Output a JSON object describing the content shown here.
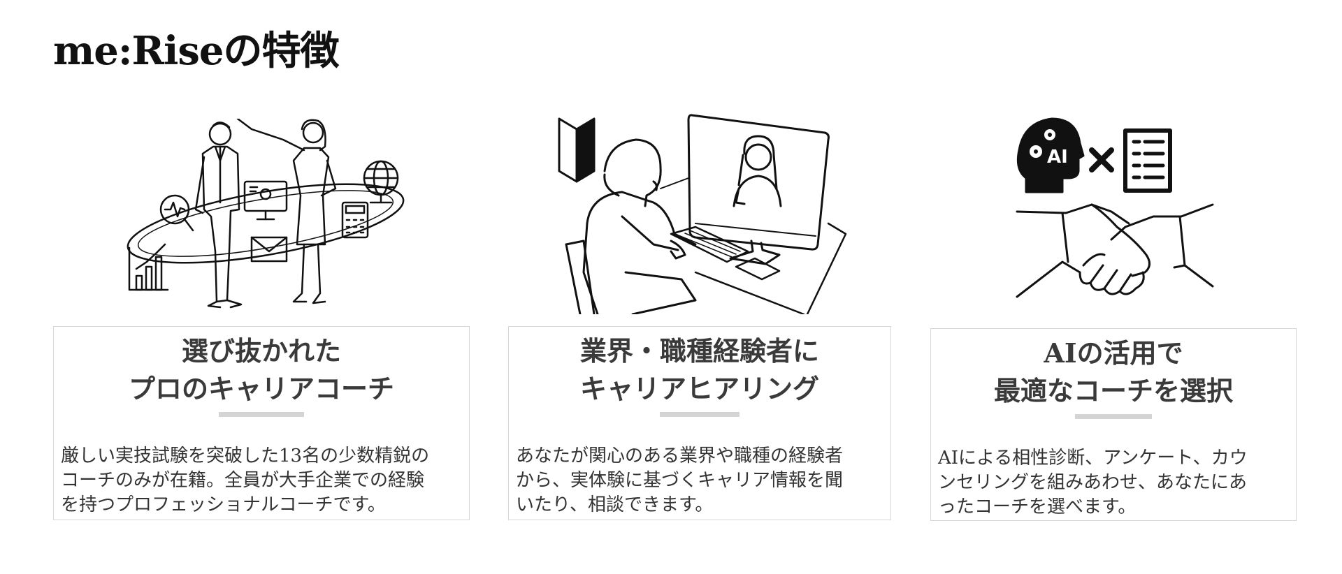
{
  "page": {
    "title": "me:Riseの特徴"
  },
  "features": [
    {
      "title_lines": [
        "選び抜かれた",
        "プロのキャリアコーチ"
      ],
      "description_lines": [
        "厳しい実技試験を突破した13名の少数精鋭の",
        "コーチのみが在籍。全員が大手企業での経験",
        "を持つプロフェッショナルコーチです。"
      ]
    },
    {
      "title_lines": [
        "業界・職種経験者に",
        "キャリアヒアリング"
      ],
      "description_lines": [
        "あなたが関心のある業界や職種の経験者",
        "から、実体験に基づくキャリア情報を聞",
        "いたり、相談できます。"
      ]
    },
    {
      "title_lines": [
        "AIの活用で",
        "最適なコーチを選択"
      ],
      "description_lines": [
        "AIによる相性診断、アンケート、カウ",
        "ンセリングを組みあわせ、あなたにあ",
        "ったコーチを選べます。"
      ],
      "badge_text": "AI"
    }
  ],
  "icons": {
    "feature_1": "business-presentation-icon",
    "feature_2": "video-call-icon",
    "feature_3": "ai-handshake-icon"
  },
  "colors": {
    "title": "#111111",
    "text": "#333333",
    "card_border": "#d6d6d6",
    "divider": "#d4d4d4"
  }
}
